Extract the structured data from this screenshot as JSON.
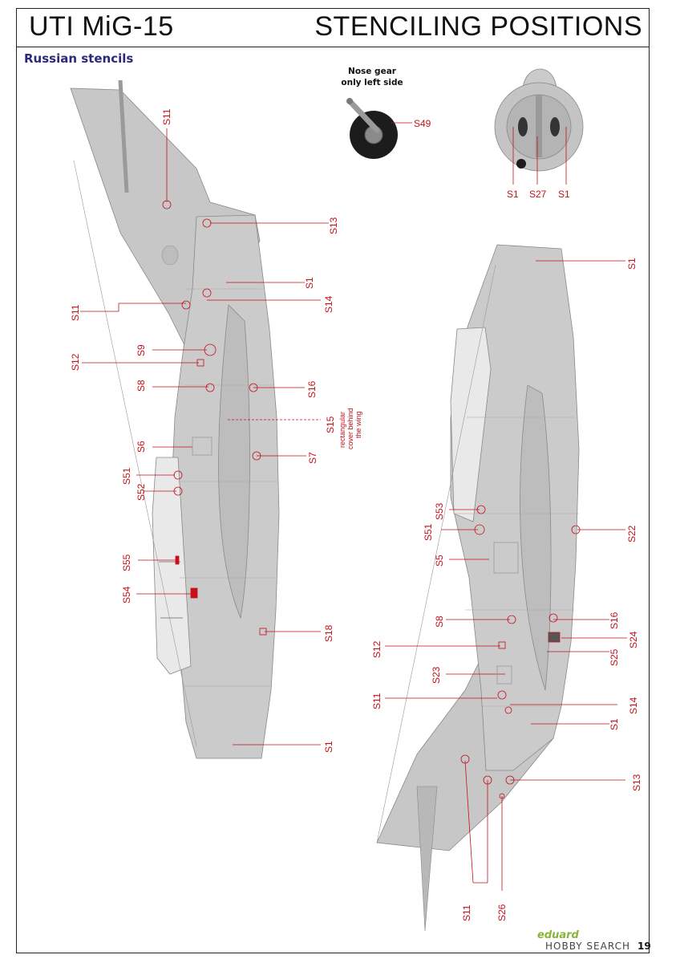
{
  "header": {
    "title": "UTI MiG-15",
    "section_title": "STENCILING POSITIONS"
  },
  "subtitle": "Russian stencils",
  "nose_gear_note": [
    "Nose gear",
    "only left side"
  ],
  "top_view_labels": {
    "S11": "S11",
    "S13": "S13",
    "S1": "S1",
    "S14": "S14",
    "S11b": "S11",
    "S9": "S9",
    "S12": "S12",
    "S8": "S8",
    "S16": "S16",
    "S15": "S15",
    "S6": "S6",
    "S7": "S7",
    "S51": "S51",
    "S52": "S52",
    "S55": "S55",
    "S54": "S54",
    "S18": "S18",
    "S1b": "S1"
  },
  "s15_note": [
    "rectangular",
    "cover behind",
    "the wing"
  ],
  "bottom_view_labels": {
    "S1": "S1",
    "S53": "S53",
    "S51": "S51",
    "S22": "S22",
    "S5": "S5",
    "S8": "S8",
    "S16": "S16",
    "S24": "S24",
    "S12": "S12",
    "S25": "S25",
    "S23": "S23",
    "S11": "S11",
    "S14": "S14",
    "S1b": "S1",
    "S13": "S13",
    "S11b": "S11",
    "S26": "S26"
  },
  "nose_gear_label": "S49",
  "intake_labels": {
    "left": "S1",
    "center": "S27",
    "right": "S1"
  },
  "footer": {
    "brand": "eduard",
    "watermark": "HOBBY SEARCH",
    "page": "19"
  },
  "colors": {
    "aircraft_grey": "#c8c8c8",
    "stencil_red": "#c4111a",
    "title_blue": "#2b2a7a"
  }
}
